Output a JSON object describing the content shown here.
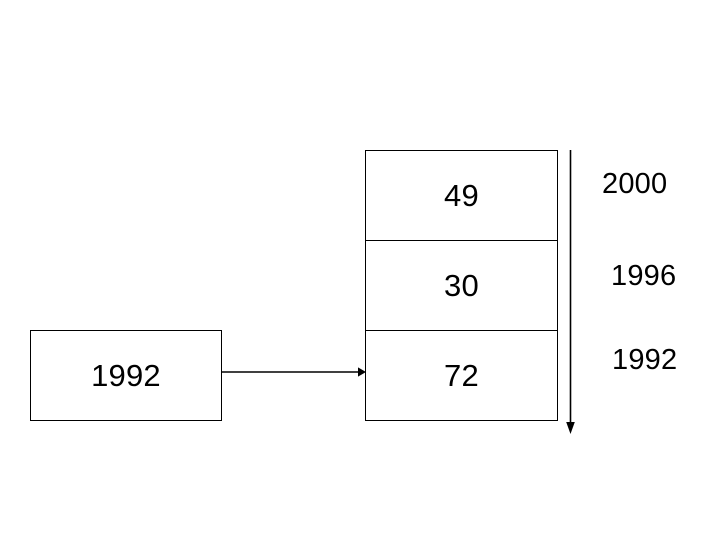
{
  "diagram": {
    "background_color": "#ffffff",
    "stroke_color": "#000000",
    "text_color": "#000000",
    "source_node": {
      "label": "1992"
    },
    "flow_arrow": {
      "direction": "right"
    },
    "value_stack": {
      "cells": [
        {
          "value": "49"
        },
        {
          "value": "30"
        },
        {
          "value": "72"
        }
      ]
    },
    "timeline": {
      "direction": "down",
      "years": [
        {
          "label": "2000"
        },
        {
          "label": "1996"
        },
        {
          "label": "1992"
        }
      ]
    }
  },
  "chart_data": {
    "type": "bar",
    "title": "",
    "xlabel": "",
    "ylabel": "",
    "categories": [
      "1992",
      "1996",
      "2000"
    ],
    "values": [
      72,
      30,
      49
    ],
    "orientation": "stacked-column",
    "grid": false,
    "legend": "none",
    "annotations": [
      "1992"
    ]
  }
}
